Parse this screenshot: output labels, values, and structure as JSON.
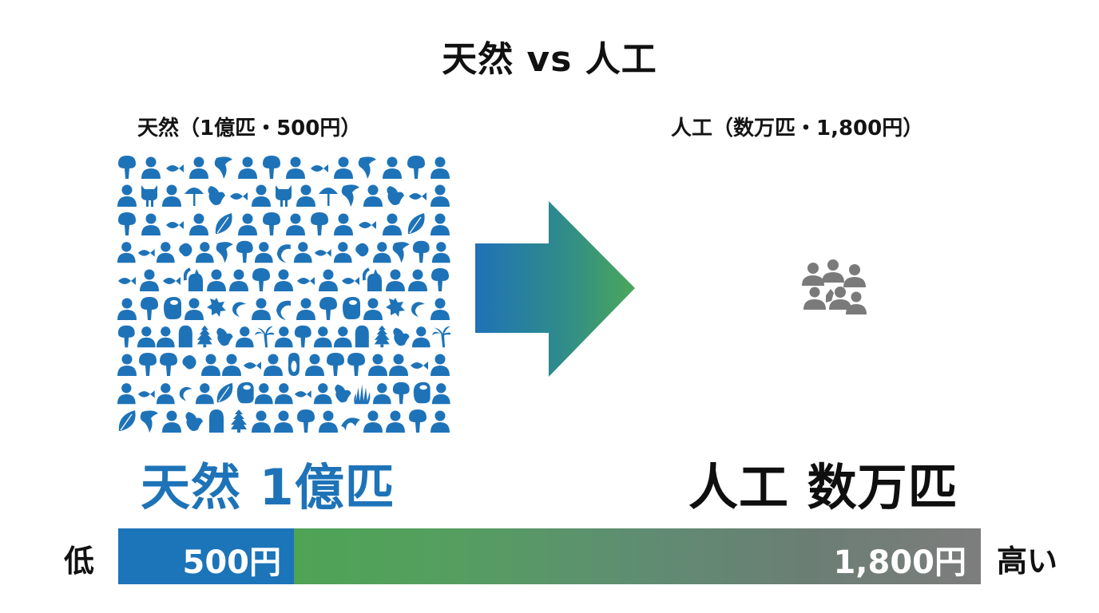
{
  "title": "天然 vs 人工",
  "left_panel": {
    "caption": "天然（1億匹・500円）",
    "big_label": "天然 1億匹",
    "color": "#1e73b8",
    "icon_grid": [
      [
        "tree",
        "person",
        "fish",
        "person",
        "bird",
        "person",
        "tree",
        "person",
        "fish",
        "person",
        "bird",
        "person",
        "tree",
        "person"
      ],
      [
        "person",
        "cat",
        "person",
        "umbrella",
        "splash",
        "fish",
        "person",
        "cat",
        "person",
        "umbrella",
        "bird",
        "person",
        "splash",
        "fish",
        "person"
      ],
      [
        "tree",
        "person",
        "fish",
        "person",
        "leaf",
        "person",
        "tree",
        "person",
        "tree",
        "person",
        "fish",
        "person",
        "leaf",
        "person"
      ],
      [
        "person",
        "fish",
        "person",
        "blob",
        "person",
        "bird",
        "tree",
        "person",
        "shrimp",
        "person",
        "fish",
        "person",
        "blob",
        "person",
        "bird",
        "tree",
        "person"
      ],
      [
        "fish",
        "person",
        "fish",
        "squirrel",
        "person",
        "person",
        "tree",
        "person",
        "fish",
        "person",
        "fish",
        "squirrel",
        "person",
        "person",
        "tree"
      ],
      [
        "person",
        "tree",
        "head",
        "person",
        "star",
        "moon",
        "person",
        "shrimp",
        "person",
        "tree",
        "head",
        "person",
        "star",
        "moon",
        "person"
      ],
      [
        "tree",
        "person",
        "person",
        "arch",
        "pine",
        "splash",
        "person",
        "palm",
        "person",
        "tree",
        "person",
        "person",
        "arch",
        "pine",
        "splash",
        "person",
        "palm"
      ],
      [
        "person",
        "tree",
        "tree",
        "blob",
        "person",
        "person",
        "fish",
        "person",
        "penguin",
        "person",
        "tree",
        "tree",
        "person",
        "person",
        "fish",
        "person"
      ],
      [
        "person",
        "fish",
        "person",
        "moon",
        "person",
        "leaf",
        "head",
        "person",
        "person",
        "fish",
        "person",
        "splash",
        "coral",
        "person",
        "tree",
        "head",
        "person"
      ],
      [
        "leaf",
        "bird",
        "person",
        "splash",
        "arch",
        "pine",
        "person",
        "person",
        "tree",
        "person",
        "whale",
        "person",
        "person",
        "tree",
        "person"
      ]
    ]
  },
  "arrow": {
    "gradient_start": "#1f72b7",
    "gradient_end": "#4ba75a"
  },
  "right_panel": {
    "caption": "人工（数万匹・1,800円）",
    "big_label": "人工 数万匹",
    "color": "#7a7a7a",
    "icon": "people-group-icon"
  },
  "price_bar": {
    "low_label": "低",
    "high_label": "高い",
    "low_value": "500円",
    "high_value": "1,800円",
    "low_color": "#1c74b9",
    "mid_color": "#4fa356",
    "high_color": "#7d7d7d"
  }
}
